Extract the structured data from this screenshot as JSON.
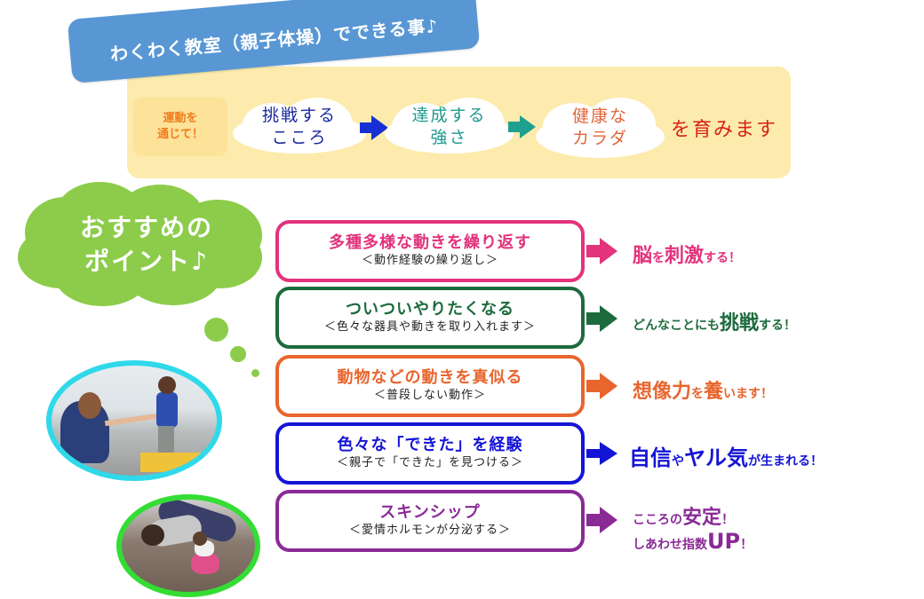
{
  "banner": {
    "title": "わくわく教室（親子体操）でできる事♪",
    "color": "#5897d4"
  },
  "flow": {
    "via_label_line1": "運動を",
    "via_label_line2": "通じて！",
    "steps": [
      {
        "line1": "挑戦する",
        "line2": "こころ",
        "color": "#1a2a9c"
      },
      {
        "line1": "達成する",
        "line2": "強さ",
        "color": "#1f9a8e"
      },
      {
        "line1": "健康な",
        "line2": "カラダ",
        "color": "#e0653a"
      }
    ],
    "arrows": [
      {
        "color": "#1630d6"
      },
      {
        "color": "#1fa08e"
      }
    ],
    "result": "を育みます",
    "panel_color": "#fcebac"
  },
  "points_header": {
    "line1": "おすすめの",
    "line2": "ポイント♪",
    "color": "#8ccc4a"
  },
  "points": [
    {
      "title": "多種多様な動きを繰り返す",
      "sub": "＜動作経験の繰り返し＞",
      "color": "#e2337c",
      "effect": [
        {
          "text": "脳",
          "size": "big"
        },
        {
          "text": "を",
          "size": "small"
        },
        {
          "text": "刺激",
          "size": "big"
        },
        {
          "text": "する！",
          "size": "small"
        }
      ]
    },
    {
      "title": "ついついやりたくなる",
      "sub": "＜色々な器具や動きを取り入れます＞",
      "color": "#1d6b3d",
      "effect": [
        {
          "text": "どんなことにも",
          "size": "small"
        },
        {
          "text": "挑戦",
          "size": "big"
        },
        {
          "text": "する！",
          "size": "small"
        }
      ]
    },
    {
      "title": "動物などの動きを真似る",
      "sub": "＜普段しない動作＞",
      "color": "#e8652e",
      "effect": [
        {
          "text": "想像力",
          "size": "big"
        },
        {
          "text": "を",
          "size": "small"
        },
        {
          "text": "養",
          "size": "big"
        },
        {
          "text": "います！",
          "size": "small"
        }
      ]
    },
    {
      "title": "色々な「できた」を経験",
      "sub": "＜親子で「できた」を見つける＞",
      "color": "#1414d6",
      "effect": [
        {
          "text": "自信",
          "size": "big"
        },
        {
          "text": "や",
          "size": "small"
        },
        {
          "text": "ヤル気",
          "size": "big"
        },
        {
          "text": "が生まれる！",
          "size": "small"
        }
      ]
    },
    {
      "title": "スキンシップ",
      "sub": "＜愛情ホルモンが分泌する＞",
      "color": "#8a2a96",
      "effect_line1": [
        {
          "text": "こころの",
          "size": "small"
        },
        {
          "text": "安定",
          "size": "big"
        },
        {
          "text": "！",
          "size": "small"
        }
      ],
      "effect_line2": [
        {
          "text": "しあわせ指数",
          "size": "small"
        },
        {
          "text": "UP",
          "size": "big"
        },
        {
          "text": "！",
          "size": "small"
        }
      ]
    }
  ],
  "photos": [
    {
      "description": "mother helping child balance on beam",
      "border_color": "#2fd9ea"
    },
    {
      "description": "parent and toddler crawling on floor",
      "border_color": "#34dd34"
    }
  ]
}
